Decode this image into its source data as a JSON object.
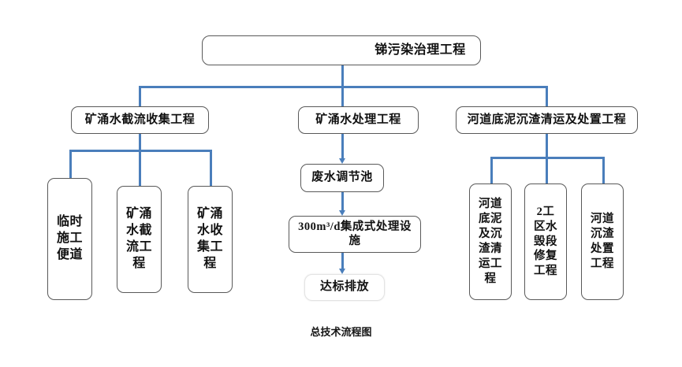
{
  "diagram": {
    "caption": "总技术流程图",
    "accent_color": "#4a7ebb",
    "box_border_color": "#595959",
    "background": "#ffffff",
    "root": {
      "label": "锑污染治理工程"
    },
    "branches": [
      {
        "label": "矿涌水截流收集工程",
        "children": [
          {
            "label": "临时施工便道"
          },
          {
            "label": "矿涌水截流工程"
          },
          {
            "label": "矿涌水收集工程"
          }
        ]
      },
      {
        "label": "矿涌水处理工程",
        "children": [
          {
            "label": "废水调节池"
          },
          {
            "label": "300m³/d集成式处理设施"
          },
          {
            "label": "达标排放"
          }
        ]
      },
      {
        "label": "河道底泥沉渣清运及处置工程",
        "children": [
          {
            "label": "河道底泥及沉渣清运工程"
          },
          {
            "label": "2工区水毁段修复工程"
          },
          {
            "label": "河道沉渣处置工程"
          }
        ]
      }
    ]
  }
}
